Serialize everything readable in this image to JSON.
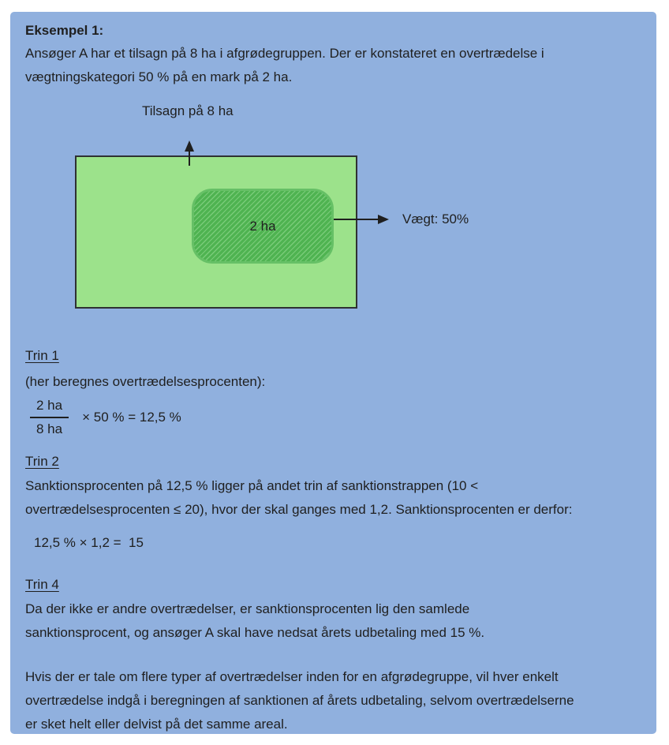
{
  "colors": {
    "box-bg": "#90b0de",
    "text": "#1f1f1f",
    "ink": "#1f1f1f",
    "field-fill": "#9ce28b",
    "rect-border": "#2e3133",
    "violation-fill": "#4fb351",
    "violation-border": "#66c066",
    "hatch-line": "#79cc79"
  },
  "example": {
    "title": "Eksempel 1:",
    "intro_lines": [
      "Ansøger A har et tilsagn på 8 ha i afgrødegruppen. Der er konstateret en overtrædelse i",
      "vægtningskategori 50 % på en mark på 2 ha."
    ]
  },
  "diagram": {
    "tilsagn_label": "Tilsagn på 8 ha",
    "violation_area_label": "2 ha",
    "weight_label": "Vægt: 50%"
  },
  "trin1": {
    "heading": "Trin 1",
    "description": "(her beregnes overtrædelsesprocenten):",
    "fraction_numerator": "2 ha",
    "fraction_denominator": "8 ha",
    "formula_rest": "× 50 % = 12,5 %"
  },
  "trin2": {
    "heading": "Trin 2",
    "body_lines": [
      "Sanktionsprocenten på 12,5 % ligger på andet trin af sanktionstrappen (10 <",
      "overtrædelsesprocenten ≤ 20), hvor der skal ganges med 1,2. Sanktionsprocenten er derfor:"
    ],
    "formula": "12,5 % × 1,2 =  15"
  },
  "trin4": {
    "heading": "Trin 4",
    "body_lines": [
      "Da der ikke er andre overtrædelser, er sanktionsprocenten lig den samlede",
      "sanktionsprocent, og ansøger A skal have nedsat årets udbetaling med 15 %."
    ]
  },
  "closing_lines": [
    "Hvis der er tale om flere typer af overtrædelser inden for en afgrødegruppe, vil hver enkelt",
    "overtrædelse indgå i beregningen af sanktionen af årets udbetaling, selvom overtrædelserne",
    "er sket helt eller delvist på det samme areal."
  ]
}
